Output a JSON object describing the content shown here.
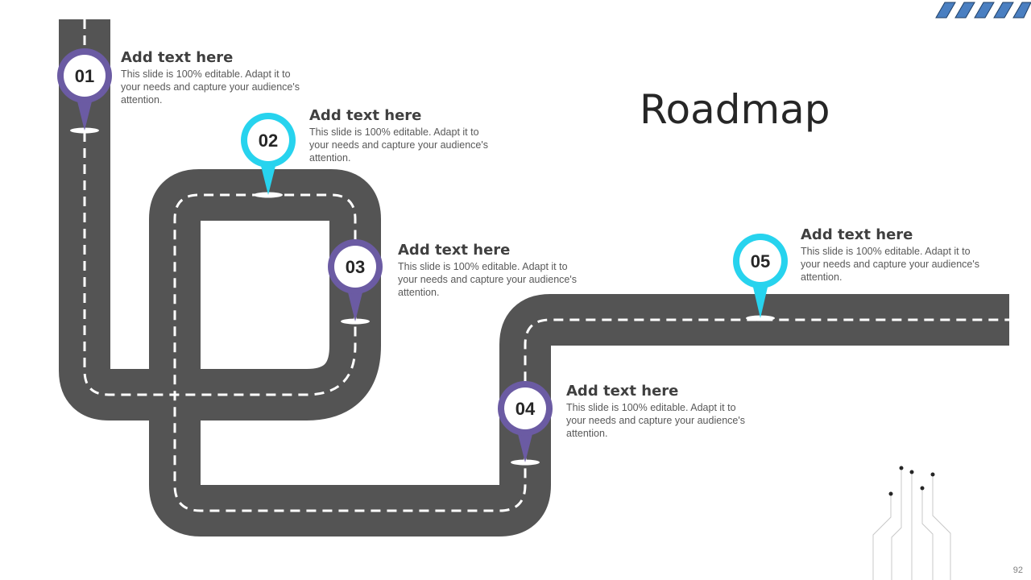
{
  "slide": {
    "title": "Roadmap",
    "page_number": "92"
  },
  "colors": {
    "road": "#545454",
    "dash": "#ffffff",
    "purple": "#6b5ba3",
    "cyan": "#27d3ee"
  },
  "milestones": [
    {
      "number": "01",
      "heading": "Add text here",
      "text": "This slide is 100% editable. Adapt it to your needs and capture your audience's attention.",
      "color": "purple"
    },
    {
      "number": "02",
      "heading": "Add text here",
      "text": "This slide is 100% editable. Adapt it to your needs and capture your audience's attention.",
      "color": "cyan"
    },
    {
      "number": "03",
      "heading": "Add text here",
      "text": "This slide is 100% editable. Adapt it to your needs and capture your audience's attention.",
      "color": "purple"
    },
    {
      "number": "04",
      "heading": "Add text here",
      "text": "This slide is 100% editable. Adapt it to your needs and capture your audience's attention.",
      "color": "purple"
    },
    {
      "number": "05",
      "heading": "Add text here",
      "text": "This slide is 100% editable. Adapt it to your needs and capture your audience's attention.",
      "color": "cyan"
    }
  ]
}
